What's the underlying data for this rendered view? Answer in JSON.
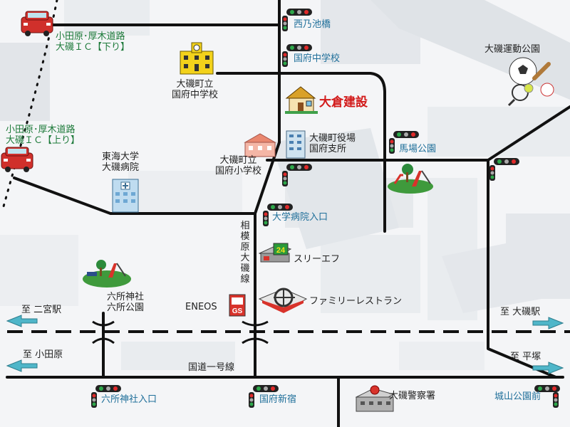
{
  "map": {
    "brand": {
      "name": "大倉建設"
    },
    "interchanges": {
      "down": [
        "小田原･厚木道路",
        "大磯ＩＣ【下り】"
      ],
      "up": [
        "小田原･厚木道路",
        "大磯ＩＣ【上り】"
      ]
    },
    "buildings": {
      "middle_school": [
        "大磯町立",
        "国府中学校"
      ],
      "elementary_school": [
        "大磯町立",
        "国府小学校"
      ],
      "town_office": [
        "大磯町役場",
        "国府支所"
      ],
      "hospital": [
        "東海大学",
        "大磯病院"
      ],
      "shrine_park": [
        "六所神社",
        "六所公園"
      ],
      "sports_park": "大磯運動公園",
      "police": "大磯警察署",
      "store": "スリーエフ",
      "restaurant": "ファミリーレストラン",
      "gas_station": "ENEOS",
      "gs_sign": "GS",
      "store_sign": "24"
    },
    "signals": {
      "nishinoike": "西乃池橋",
      "kokufu_jhs": "国府中学校",
      "bamba_park": "馬場公園",
      "hospital_entrance": "大学病院入口",
      "rokusho_entrance": "六所神社入口",
      "kokufu_shinjuku": "国府新宿",
      "shiroyama_park": "城山公園前"
    },
    "roads": {
      "route1": "国道一号線",
      "sagami_line": "相模原大磯線"
    },
    "directions": {
      "ninomiya": "至 二宮駅",
      "odawara": "至 小田原",
      "oiso_station": "至 大磯駅",
      "hiratsuka": "至 平塚"
    },
    "colors": {
      "road": "#111111",
      "label_blue": "#1f6f9a",
      "label_green": "#1d7a3a",
      "brand_red": "#d21a1a",
      "arrow": "#4fb6c9",
      "signal_red": "#e02a2a",
      "signal_green": "#2ea84a"
    }
  }
}
